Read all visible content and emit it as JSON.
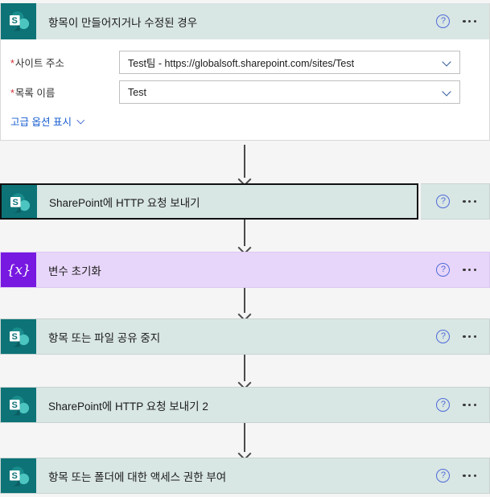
{
  "theme": {
    "canvas_bg": "#f5f5f5",
    "sharepoint_teal": "#0d7377",
    "card_teal_bg": "#d8e6e4",
    "variables_purple": "#7719e0",
    "card_purple_bg": "#e8d6fa",
    "link_blue": "#1a5fd0",
    "help_blue": "#4f6bd8",
    "required_red": "#d13438",
    "selected_border": "#111111"
  },
  "icons": {
    "help": "help-circle-icon",
    "more": "ellipsis-icon",
    "chevron_down": "chevron-down-icon",
    "sharepoint": "sharepoint-icon",
    "variables": "variables-braces-icon",
    "arrow_down": "arrow-down-icon"
  },
  "trigger": {
    "title": "항목이 만들어지거나 수정된 경우",
    "connector_icon": "sharepoint-icon",
    "help_label": "?",
    "fields": [
      {
        "label": "사이트 주소",
        "required": true,
        "value": "Test팀 - https://globalsoft.sharepoint.com/sites/Test",
        "placeholder": "사이트 주소"
      },
      {
        "label": "목록 이름",
        "required": true,
        "value": "Test",
        "placeholder": "목록 이름"
      }
    ],
    "advanced_options_label": "고급 옵션 표시"
  },
  "actions": [
    {
      "title": "SharePoint에 HTTP 요청 보내기",
      "icon": "sharepoint-icon",
      "icon_type": "sharepoint",
      "selected": true
    },
    {
      "title": "변수 초기화",
      "icon": "variables-braces-icon",
      "icon_type": "variables",
      "glyph": "{x}",
      "selected": false
    },
    {
      "title": "항목 또는 파일 공유 중지",
      "icon": "sharepoint-icon",
      "icon_type": "sharepoint",
      "selected": false
    },
    {
      "title": "SharePoint에 HTTP 요청 보내기 2",
      "icon": "sharepoint-icon",
      "icon_type": "sharepoint",
      "selected": false
    },
    {
      "title": "항목 또는 폴더에 대한 액세스 권한 부여",
      "icon": "sharepoint-icon",
      "icon_type": "sharepoint",
      "selected": false
    }
  ]
}
